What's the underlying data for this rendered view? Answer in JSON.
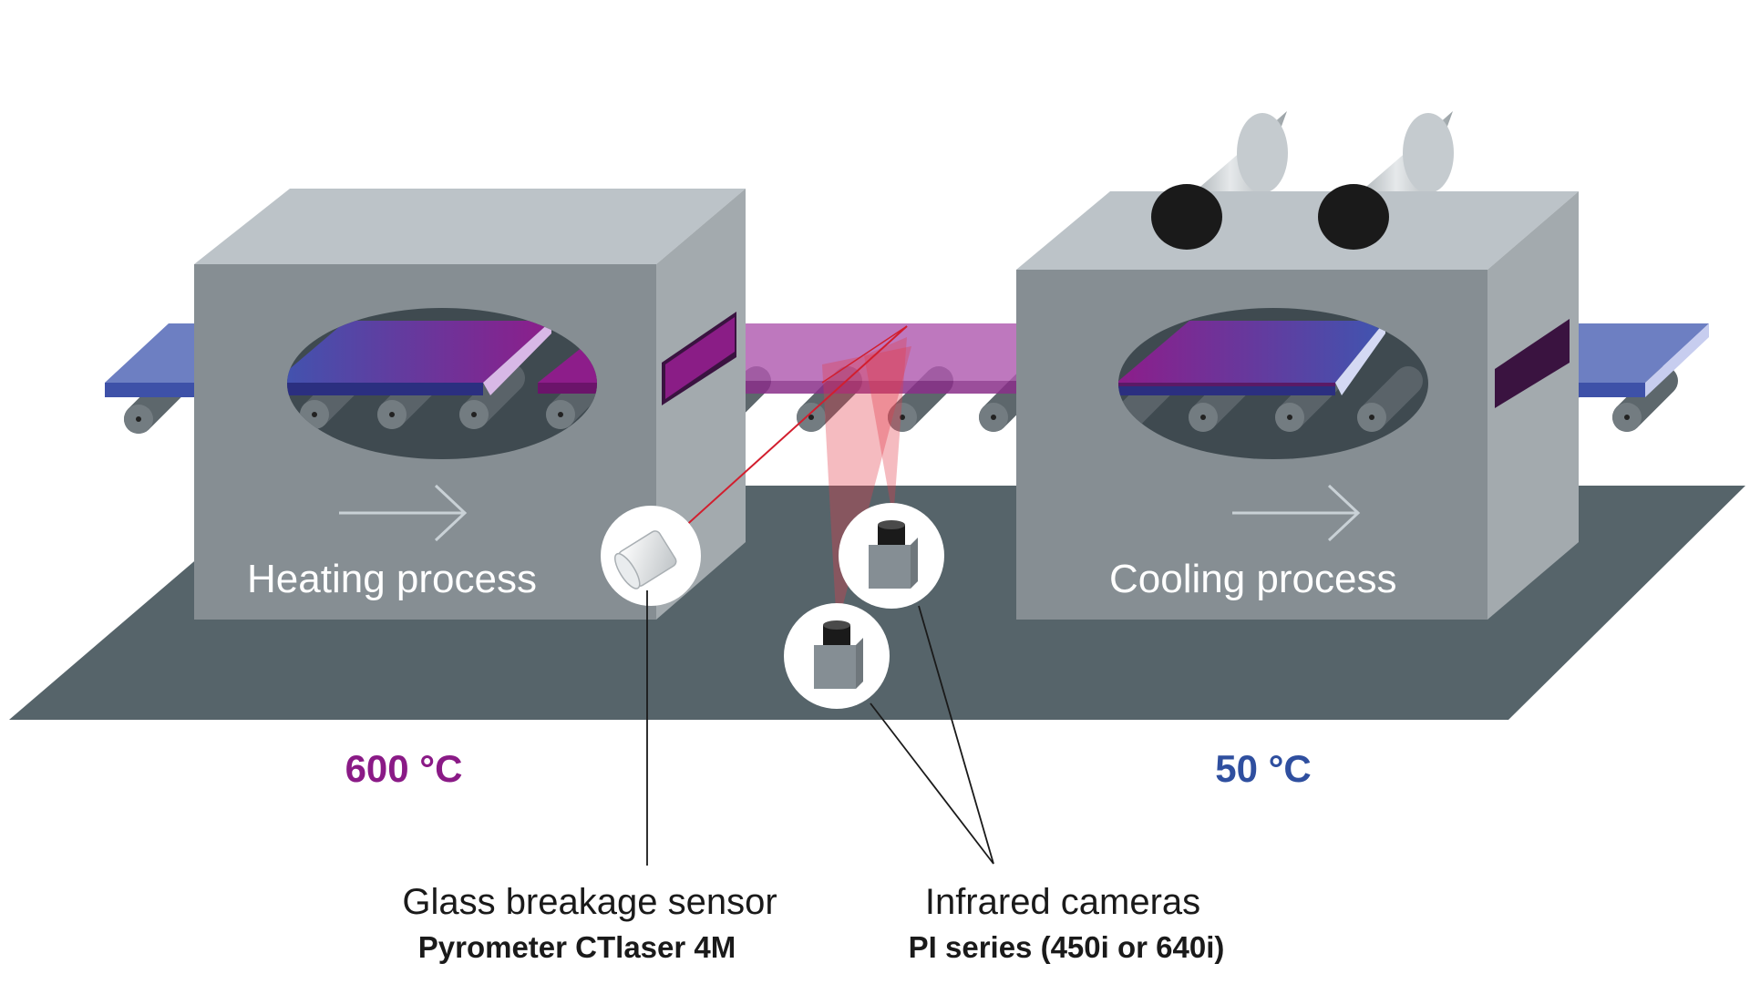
{
  "heating": {
    "label": "Heating process",
    "temperature": "600 °C",
    "temperature_color": "#8a1a86"
  },
  "cooling": {
    "label": "Cooling process",
    "temperature": "50 °C",
    "temperature_color": "#2f4f9f"
  },
  "sensors": {
    "breakage": {
      "title": "Glass breakage sensor",
      "subtitle": "Pyrometer CTlaser 4M"
    },
    "cameras": {
      "title": "Infrared cameras",
      "subtitle": "PI series (450i or 640i)"
    }
  },
  "colors": {
    "glass_cool": "#6d7fc2",
    "glass_hot": "#b05ab0",
    "furnace": "#868e93",
    "floor": "#56646a",
    "laser": "#e33b4a"
  }
}
